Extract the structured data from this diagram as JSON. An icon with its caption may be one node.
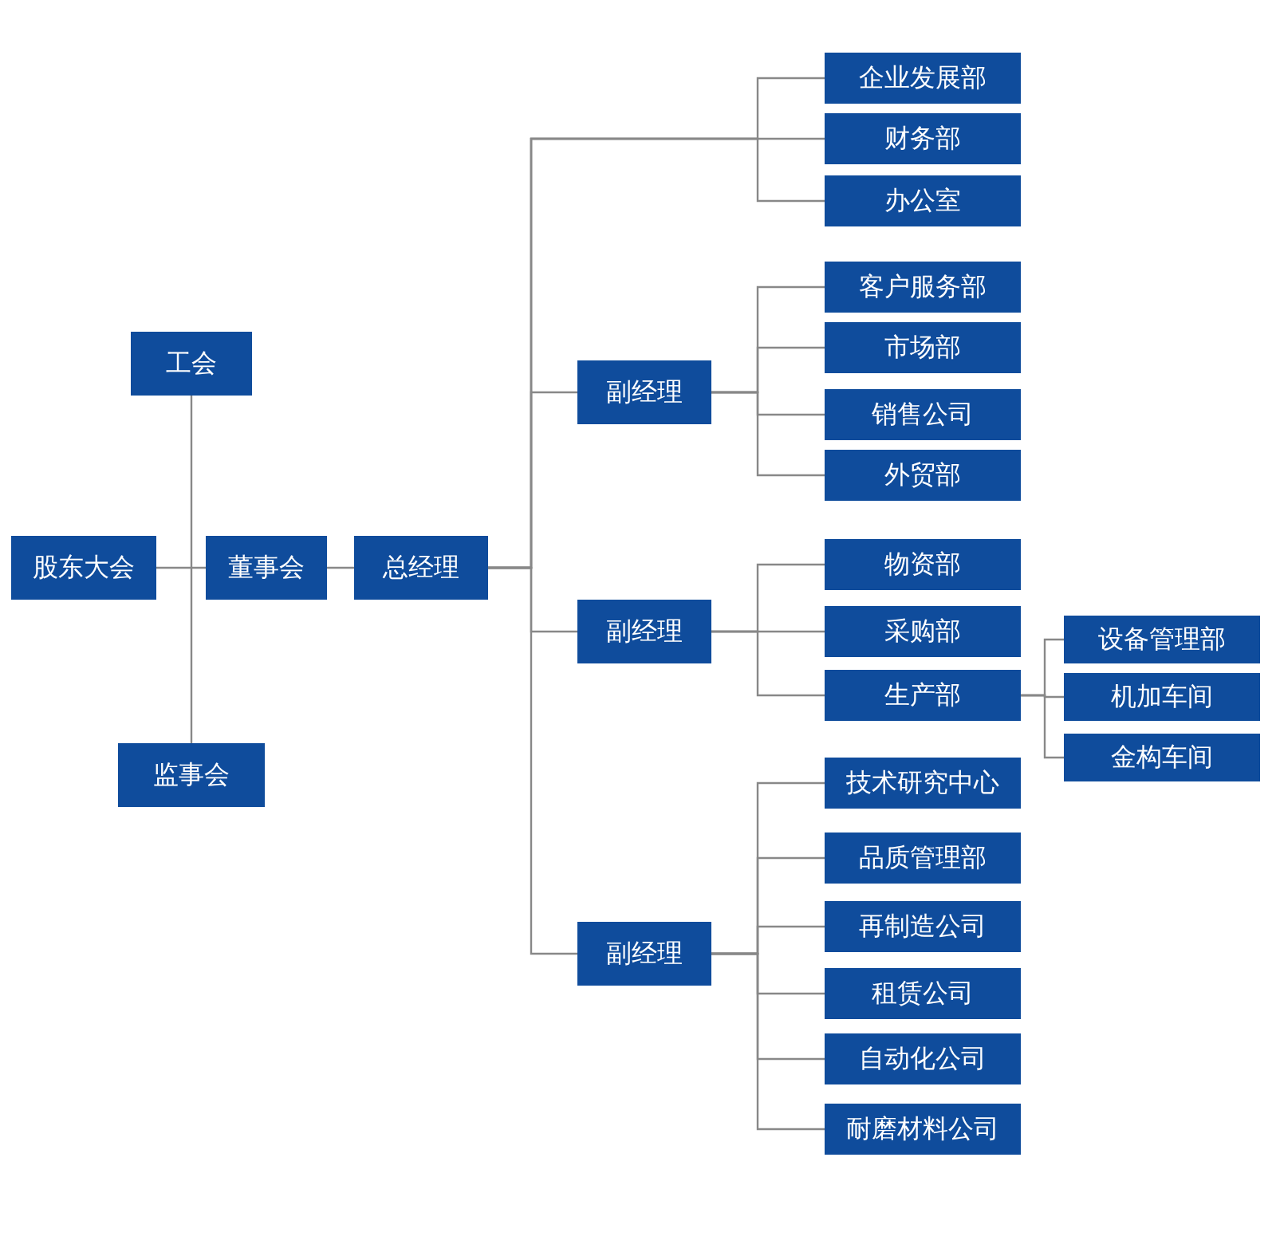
{
  "diagram": {
    "nodes": [
      {
        "text": [
          "工会"
        ]
      },
      {
        "text": [
          "股东大会"
        ]
      },
      {
        "text": [
          "董事会"
        ]
      },
      {
        "text": [
          "总经理"
        ]
      },
      {
        "text": [
          "监事会"
        ]
      },
      {
        "text": [
          "企业发展部"
        ]
      },
      {
        "text": [
          "财务部"
        ]
      },
      {
        "text": [
          "办公室"
        ]
      },
      {
        "text": [
          "副经理"
        ]
      },
      {
        "text": [
          "客户服务部"
        ]
      },
      {
        "text": [
          "市场部"
        ]
      },
      {
        "text": [
          "销售公司"
        ]
      },
      {
        "text": [
          "外贸部"
        ]
      },
      {
        "text": [
          "副经理"
        ]
      },
      {
        "text": [
          "物资部"
        ]
      },
      {
        "text": [
          "采购部"
        ]
      },
      {
        "text": [
          "生产部"
        ]
      },
      {
        "text": [
          "设备管理部"
        ]
      },
      {
        "text": [
          "机加车间"
        ]
      },
      {
        "text": [
          "金构车间"
        ]
      },
      {
        "text": [
          "副经理"
        ]
      },
      {
        "text": [
          "技术研究中心"
        ]
      },
      {
        "text": [
          "品质管理部"
        ]
      },
      {
        "text": [
          "再制造公司"
        ]
      },
      {
        "text": [
          "租赁公司"
        ]
      },
      {
        "text": [
          "自动化公司"
        ]
      },
      {
        "text": [
          "耐磨材料公司"
        ]
      }
    ],
    "edges": [
      {
        "from": 1,
        "to": 2,
        "arrow": "none"
      },
      {
        "from": 0,
        "to": 4,
        "arrow": "none"
      },
      {
        "from": 2,
        "to": 3,
        "arrow": "none"
      },
      {
        "from": 3,
        "to": 5,
        "arrow": "none"
      },
      {
        "from": 3,
        "to": 6,
        "arrow": "none"
      },
      {
        "from": 3,
        "to": 7,
        "arrow": "none"
      },
      {
        "from": 3,
        "to": 8,
        "arrow": "none"
      },
      {
        "from": 3,
        "to": 13,
        "arrow": "none"
      },
      {
        "from": 3,
        "to": 20,
        "arrow": "none"
      },
      {
        "from": 8,
        "to": 9,
        "arrow": "none"
      },
      {
        "from": 8,
        "to": 10,
        "arrow": "none"
      },
      {
        "from": 8,
        "to": 11,
        "arrow": "none"
      },
      {
        "from": 8,
        "to": 12,
        "arrow": "none"
      },
      {
        "from": 13,
        "to": 14,
        "arrow": "none"
      },
      {
        "from": 13,
        "to": 15,
        "arrow": "none"
      },
      {
        "from": 13,
        "to": 16,
        "arrow": "none"
      },
      {
        "from": 16,
        "to": 17,
        "arrow": "none"
      },
      {
        "from": 16,
        "to": 18,
        "arrow": "none"
      },
      {
        "from": 16,
        "to": 19,
        "arrow": "none"
      },
      {
        "from": 20,
        "to": 21,
        "arrow": "none"
      },
      {
        "from": 20,
        "to": 22,
        "arrow": "none"
      },
      {
        "from": 20,
        "to": 23,
        "arrow": "none"
      },
      {
        "from": 20,
        "to": 24,
        "arrow": "none"
      },
      {
        "from": 20,
        "to": 25,
        "arrow": "none"
      },
      {
        "from": 20,
        "to": 26,
        "arrow": "none"
      }
    ]
  }
}
